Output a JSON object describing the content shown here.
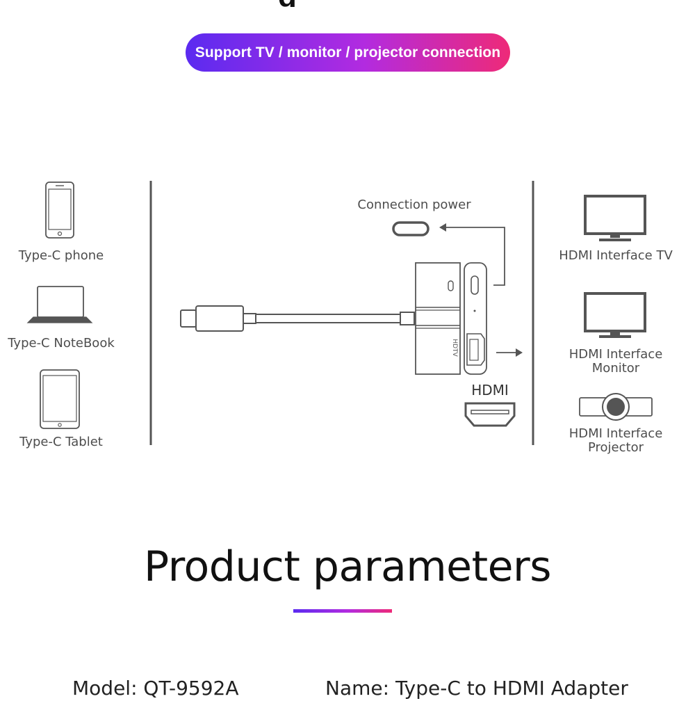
{
  "banner": {
    "text": "Support TV / monitor / projector connection"
  },
  "left_devices": [
    {
      "label": "Type-C phone",
      "icon": "phone-icon"
    },
    {
      "label": "Type-C NoteBook",
      "icon": "laptop-icon"
    },
    {
      "label": "Type-C Tablet",
      "icon": "tablet-icon"
    }
  ],
  "adapter": {
    "power_label": "Connection power",
    "port_label": "HDMI",
    "port_print": "HDTV"
  },
  "right_devices": [
    {
      "line1": "HDMI Interface TV",
      "line2": "",
      "icon": "tv-icon"
    },
    {
      "line1": "HDMI Interface",
      "line2": "Monitor",
      "icon": "monitor-icon"
    },
    {
      "line1": "HDMI Interface",
      "line2": "Projector",
      "icon": "projector-icon"
    }
  ],
  "section": {
    "title": "Product parameters"
  },
  "params": {
    "model": "Model: QT-9592A",
    "name": "Name: Type-C to HDMI Adapter"
  },
  "colors": {
    "gradient_start": "#5b2bf0",
    "gradient_mid": "#b22be0",
    "gradient_end": "#ee2a78",
    "line_gray": "#555555"
  }
}
